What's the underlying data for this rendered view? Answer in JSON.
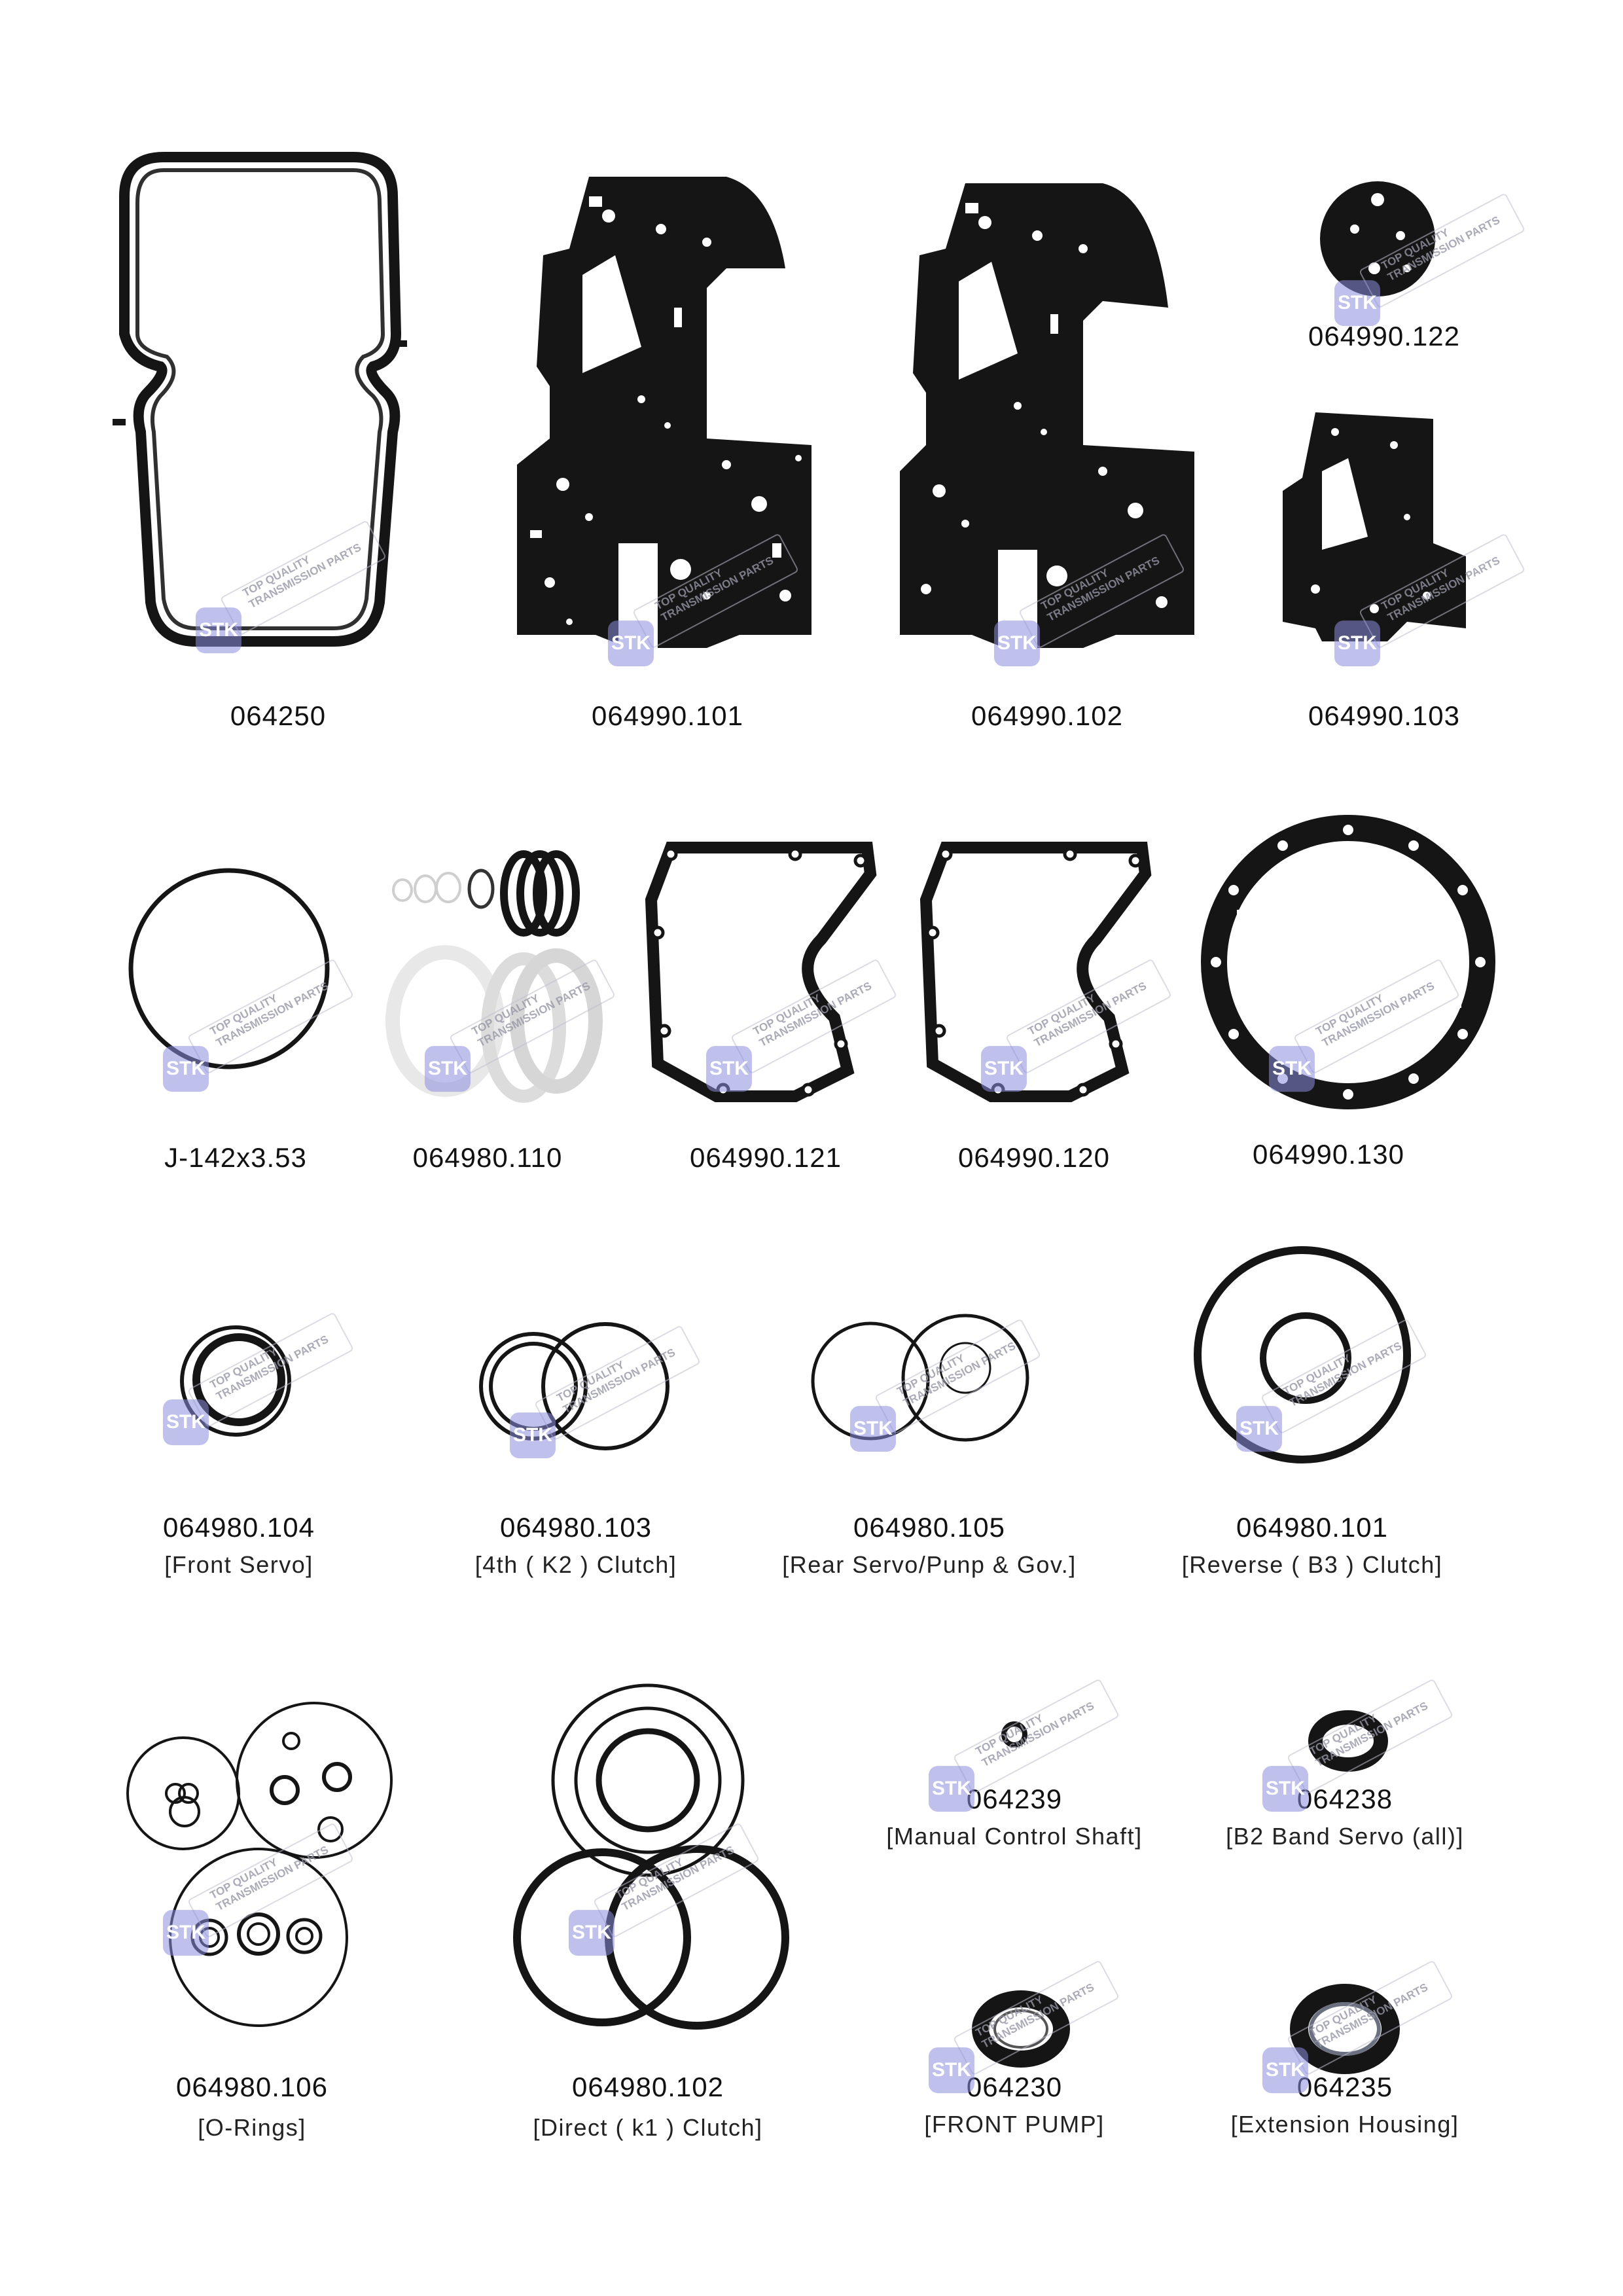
{
  "watermark": {
    "logo": "STK",
    "line1": "TOP QUALITY",
    "line2": "TRANSMISSION PARTS"
  },
  "parts": {
    "p064250": {
      "code": "064250"
    },
    "p101": {
      "code": "064990.101"
    },
    "p102": {
      "code": "064990.102"
    },
    "p122": {
      "code": "064990.122"
    },
    "p103": {
      "code": "064990.103"
    },
    "pJ142": {
      "code": "J-142x3.53"
    },
    "p980_110": {
      "code": "064980.110"
    },
    "p121": {
      "code": "064990.121"
    },
    "p120": {
      "code": "064990.120"
    },
    "p130": {
      "code": "064990.130"
    },
    "p980_104": {
      "code": "064980.104",
      "desc": "[Front Servo]"
    },
    "p980_103": {
      "code": "064980.103",
      "desc": "[4th ( K2 ) Clutch]"
    },
    "p980_105": {
      "code": "064980.105",
      "desc": "[Rear Servo/Punp & Gov.]"
    },
    "p980_101": {
      "code": "064980.101",
      "desc": "[Reverse ( B3 ) Clutch]"
    },
    "p980_106": {
      "code": "064980.106",
      "desc": "[O-Rings]"
    },
    "p980_102": {
      "code": "064980.102",
      "desc": "[Direct ( k1 ) Clutch]"
    },
    "p064239": {
      "code": "064239",
      "desc": "[Manual Control Shaft]"
    },
    "p064238": {
      "code": "064238",
      "desc": "[B2 Band Servo (all)]"
    },
    "p064230": {
      "code": "064230",
      "desc": "[FRONT PUMP]"
    },
    "p064235": {
      "code": "064235",
      "desc": "[Extension Housing]"
    }
  },
  "colors": {
    "gasket": "#151515",
    "watermark": "#8c8cdc"
  }
}
